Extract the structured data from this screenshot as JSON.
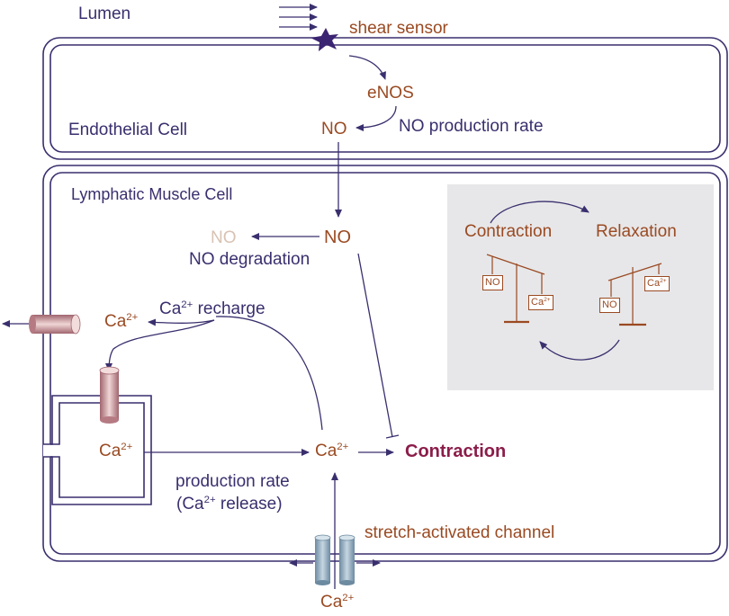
{
  "labels": {
    "lumen": "Lumen",
    "shear_sensor": "shear sensor",
    "enos": "eNOS",
    "endothelial_cell": "Endothelial Cell",
    "no_endo": "NO",
    "no_production_rate": "NO production rate",
    "lymphatic_muscle_cell": "Lymphatic Muscle Cell",
    "no_muscle": "NO",
    "no_degraded": "NO",
    "no_degradation": "NO degradation",
    "ca_outside_base": "Ca",
    "ca_outside_sup": "2+",
    "ca_recharge_base": "Ca",
    "ca_recharge_sup": "2+",
    "ca_recharge_text": " recharge",
    "ca_store_base": "Ca",
    "ca_store_sup": "2+",
    "ca_cyto_base": "Ca",
    "ca_cyto_sup": "2+",
    "contraction": "Contraction",
    "production_rate": "production rate",
    "ca_release_open": "(Ca",
    "ca_release_sup": "2+",
    "ca_release_close": " release)",
    "stretch_channel": "stretch-activated channel",
    "ca_bottom_base": "Ca",
    "ca_bottom_sup": "2+"
  },
  "inset": {
    "contraction": "Contraction",
    "relaxation": "Relaxation",
    "left_balance_no": "NO",
    "left_balance_ca_base": "Ca",
    "left_balance_ca_sup": "2+",
    "right_balance_ca_base": "Ca",
    "right_balance_ca_sup": "2+",
    "right_balance_no": "NO"
  },
  "colors": {
    "navy": "#3a2f6e",
    "rust": "#9a4a22",
    "crimson": "#8b1d4a",
    "inset_bg": "#e7e7e9",
    "shear_star": "#3b2472"
  }
}
